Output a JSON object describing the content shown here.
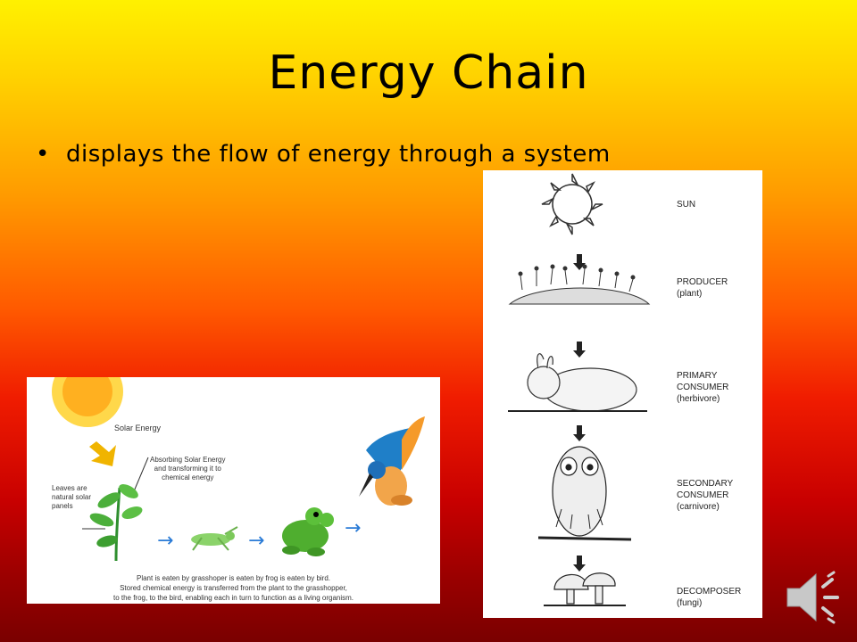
{
  "slide": {
    "title": "Energy Chain",
    "bullet": "displays the flow of energy through a system"
  },
  "left_figure": {
    "solar_label": "Solar Energy",
    "absorb_label": [
      "Absorbing Solar Energy",
      "and transforming it to",
      "chemical energy"
    ],
    "leaves_label": [
      "Leaves are",
      "natural solar",
      "panels"
    ],
    "caption": [
      "Plant is eaten by grasshoper is eaten by frog is eaten by bird.",
      "Stored chemical energy is transferred from the plant to the grasshopper,",
      "to the frog, to the bird, enabling each in turn to function as a living organism."
    ]
  },
  "right_figure": {
    "levels": [
      {
        "lines": [
          "SUN"
        ]
      },
      {
        "lines": [
          "PRODUCER",
          "(plant)"
        ]
      },
      {
        "lines": [
          "PRIMARY",
          "CONSUMER",
          "(herbivore)"
        ]
      },
      {
        "lines": [
          "SECONDARY",
          "CONSUMER",
          "(carnivore)"
        ]
      },
      {
        "lines": [
          "DECOMPOSER",
          "(fungi)"
        ]
      }
    ]
  },
  "icons": {
    "sun": "sun-icon",
    "speaker": "speaker-icon"
  }
}
